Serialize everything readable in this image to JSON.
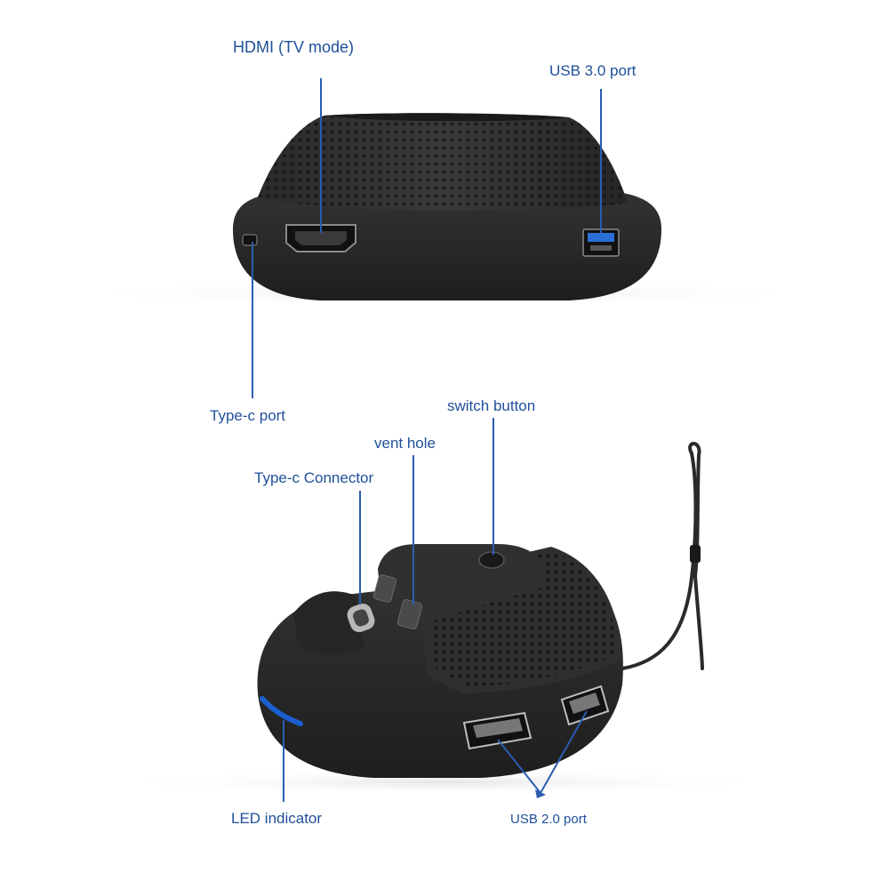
{
  "labels": {
    "hdmi": "HDMI (TV mode)",
    "usb3": "USB 3.0 port",
    "typec_port": "Type-c port",
    "switch_button": "switch button",
    "vent_hole": "vent hole",
    "typec_connector": "Type-c Connector",
    "led_indicator": "LED indicator",
    "usb2": "USB 2.0 port"
  },
  "colors": {
    "label_text": "#1f4f9a",
    "callout_line": "#2a5db0",
    "device_body": "#2b2b2b",
    "usb3_accent": "#2a6fd6",
    "led_accent": "#1a5fd0"
  }
}
